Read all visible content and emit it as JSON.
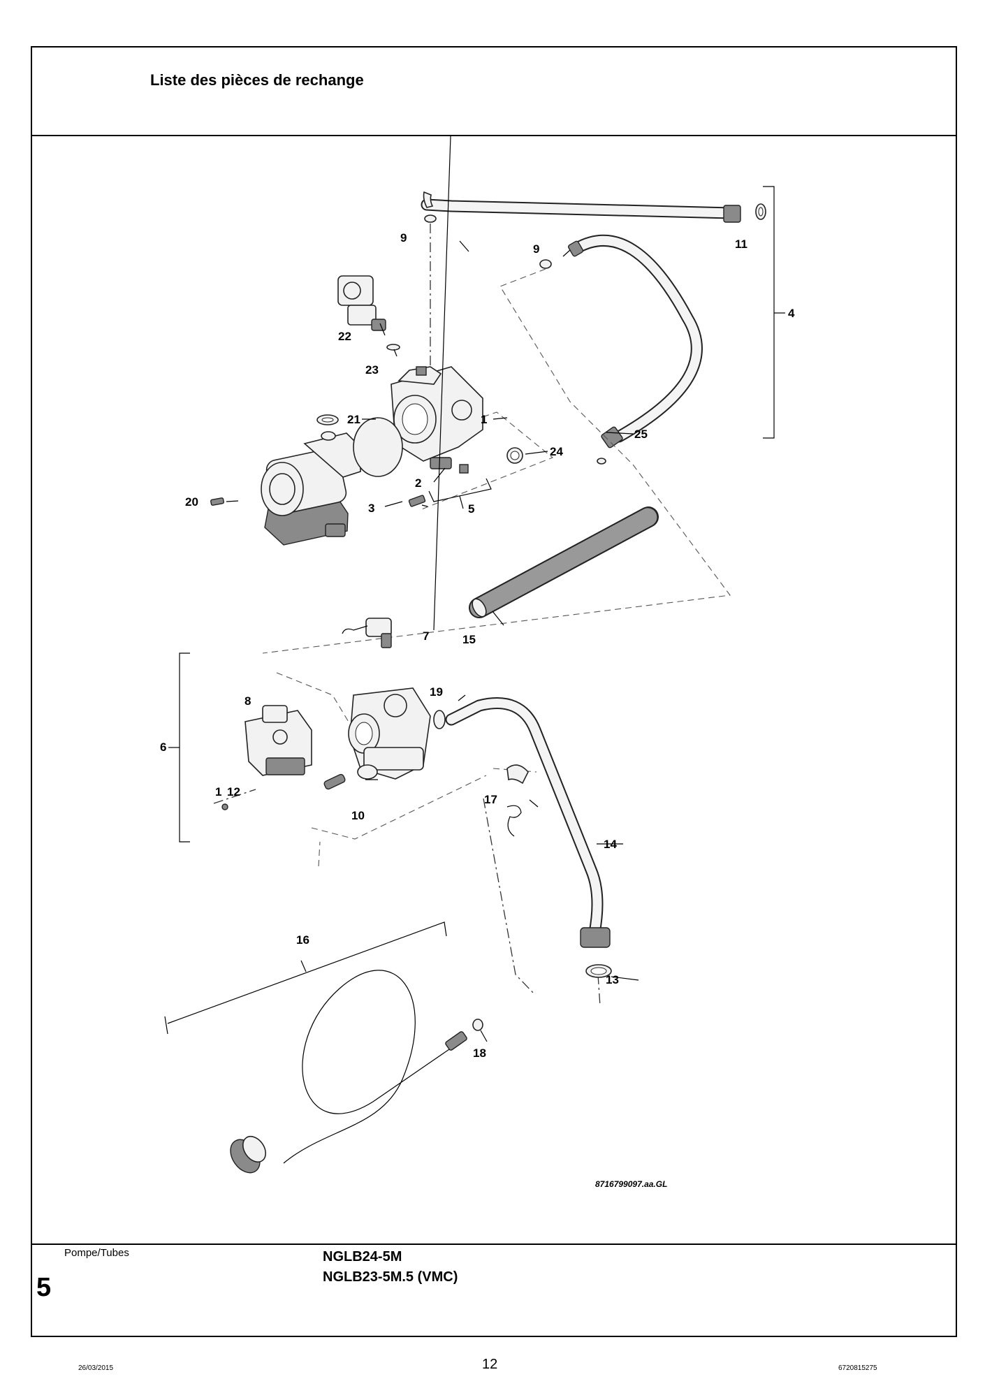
{
  "document": {
    "title": "Liste des pièces de rechange",
    "section_label": "Pompe/Tubes",
    "section_number": "5",
    "models": [
      "NGLB24-5M",
      "NGLB23-5M.5 (VMC)"
    ],
    "print_date": "26/03/2015",
    "page_number": "12",
    "document_code": "6720815275",
    "drawing_reference": "8716799097.aa.GL"
  },
  "parts": {
    "p1": "1",
    "p2": "2",
    "p3": "3",
    "p4": "4",
    "p5": "5",
    "p6": "6",
    "p7": "7",
    "p8": "8",
    "p9a": "9",
    "p9b": "9",
    "p10": "10",
    "p11": "11",
    "p12": "12",
    "p13": "13",
    "p14": "14",
    "p15": "15",
    "p16": "16",
    "p17": "17",
    "p18": "18",
    "p19": "19",
    "p20": "20",
    "p21": "21",
    "p22": "22",
    "p23": "23",
    "p24": "24",
    "p25": "25"
  }
}
